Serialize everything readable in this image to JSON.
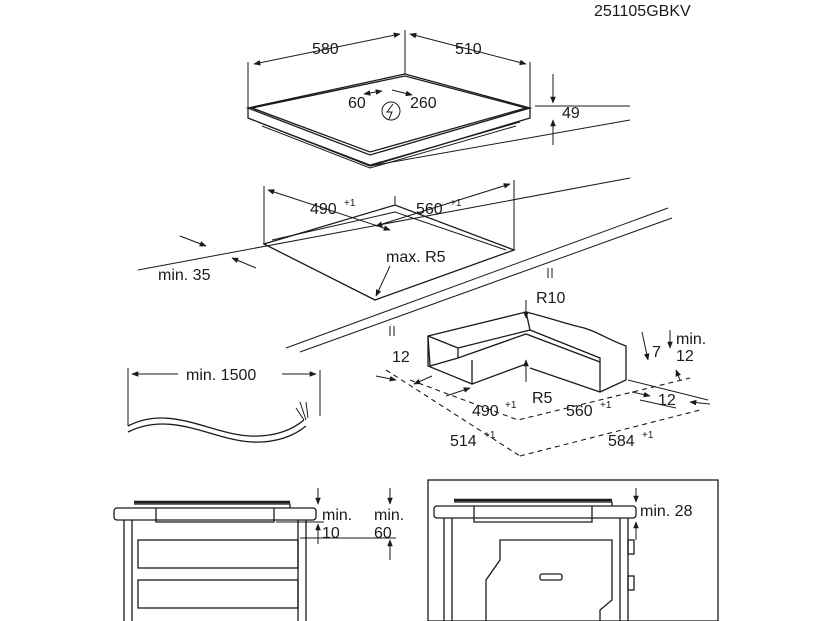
{
  "code": "251105GBKV",
  "hob": {
    "width": "580",
    "depth": "510",
    "conn_left": "60",
    "conn_right": "260",
    "height": "49",
    "power_symbol": "power-connection-icon"
  },
  "cutout": {
    "width": "490",
    "depth": "560",
    "tolerance": "+1",
    "radius": "max. R5",
    "min_front": "min. 35"
  },
  "cable": {
    "length": "min. 1500"
  },
  "frame": {
    "radius_outer": "R10",
    "radius_inner": "R5",
    "min_top_a": "min.",
    "min_top_b": "12",
    "edge": "7",
    "side_left": "12",
    "side_right": "12",
    "inner_w": "490",
    "inner_d": "560",
    "outer_w": "514",
    "outer_d": "584",
    "tolerance": "+1"
  },
  "install_left": {
    "min_label_a": "min.",
    "min_value_a": "10",
    "min_label_b": "min.",
    "min_value_b": "60"
  },
  "install_right": {
    "min_label": "min. 28"
  },
  "icon_color": "#1a1a1a"
}
